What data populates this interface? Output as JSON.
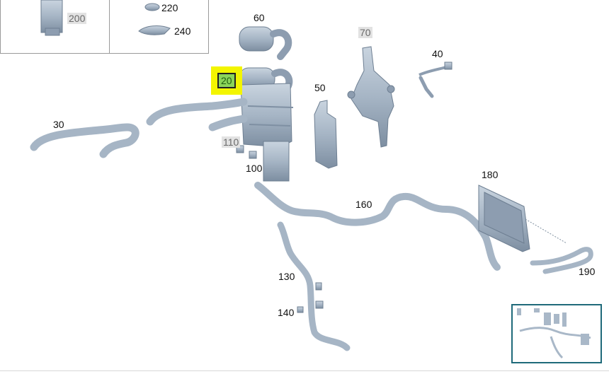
{
  "colors": {
    "part_fill": "#a9b8c8",
    "part_stroke": "#6e7f92",
    "part_dark": "#7f90a3",
    "highlight": "#f3f500",
    "active_label_bg": "#8bd45a",
    "overview_border": "#1f6a7a"
  },
  "callouts": [
    {
      "id": "200",
      "label": "200",
      "style": "grey"
    },
    {
      "id": "220",
      "label": "220",
      "style": "plain"
    },
    {
      "id": "240",
      "label": "240",
      "style": "plain"
    },
    {
      "id": "60",
      "label": "60",
      "style": "plain"
    },
    {
      "id": "70",
      "label": "70",
      "style": "grey"
    },
    {
      "id": "40",
      "label": "40",
      "style": "plain"
    },
    {
      "id": "20",
      "label": "20",
      "style": "active"
    },
    {
      "id": "50",
      "label": "50",
      "style": "plain"
    },
    {
      "id": "30",
      "label": "30",
      "style": "plain"
    },
    {
      "id": "110",
      "label": "110",
      "style": "grey"
    },
    {
      "id": "100",
      "label": "100",
      "style": "plain"
    },
    {
      "id": "180",
      "label": "180",
      "style": "plain"
    },
    {
      "id": "160",
      "label": "160",
      "style": "plain"
    },
    {
      "id": "130",
      "label": "130",
      "style": "plain"
    },
    {
      "id": "140",
      "label": "140",
      "style": "plain"
    },
    {
      "id": "190",
      "label": "190",
      "style": "plain"
    }
  ]
}
